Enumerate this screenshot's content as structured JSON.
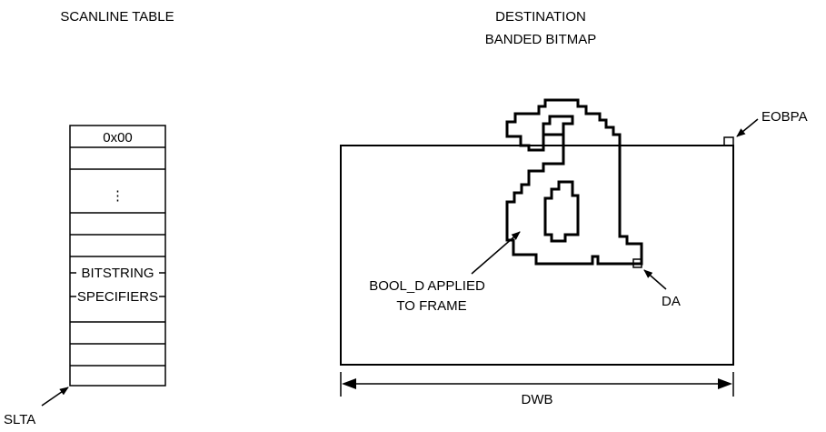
{
  "scanline_table": {
    "title": "SCANLINE TABLE",
    "first_entry": "0x00",
    "ellipsis": "⋮",
    "bitstring_line1": "BITSTRING",
    "bitstring_line2": "SPECIFIERS",
    "pointer_label": "SLTA"
  },
  "bitmap": {
    "title_line1": "DESTINATION",
    "title_line2": "BANDED BITMAP",
    "end_pointer_label": "EOBPA",
    "dest_pointer_label": "DA",
    "bool_label_line1": "BOOL_D APPLIED",
    "bool_label_line2": "TO FRAME",
    "width_label": "DWB"
  }
}
